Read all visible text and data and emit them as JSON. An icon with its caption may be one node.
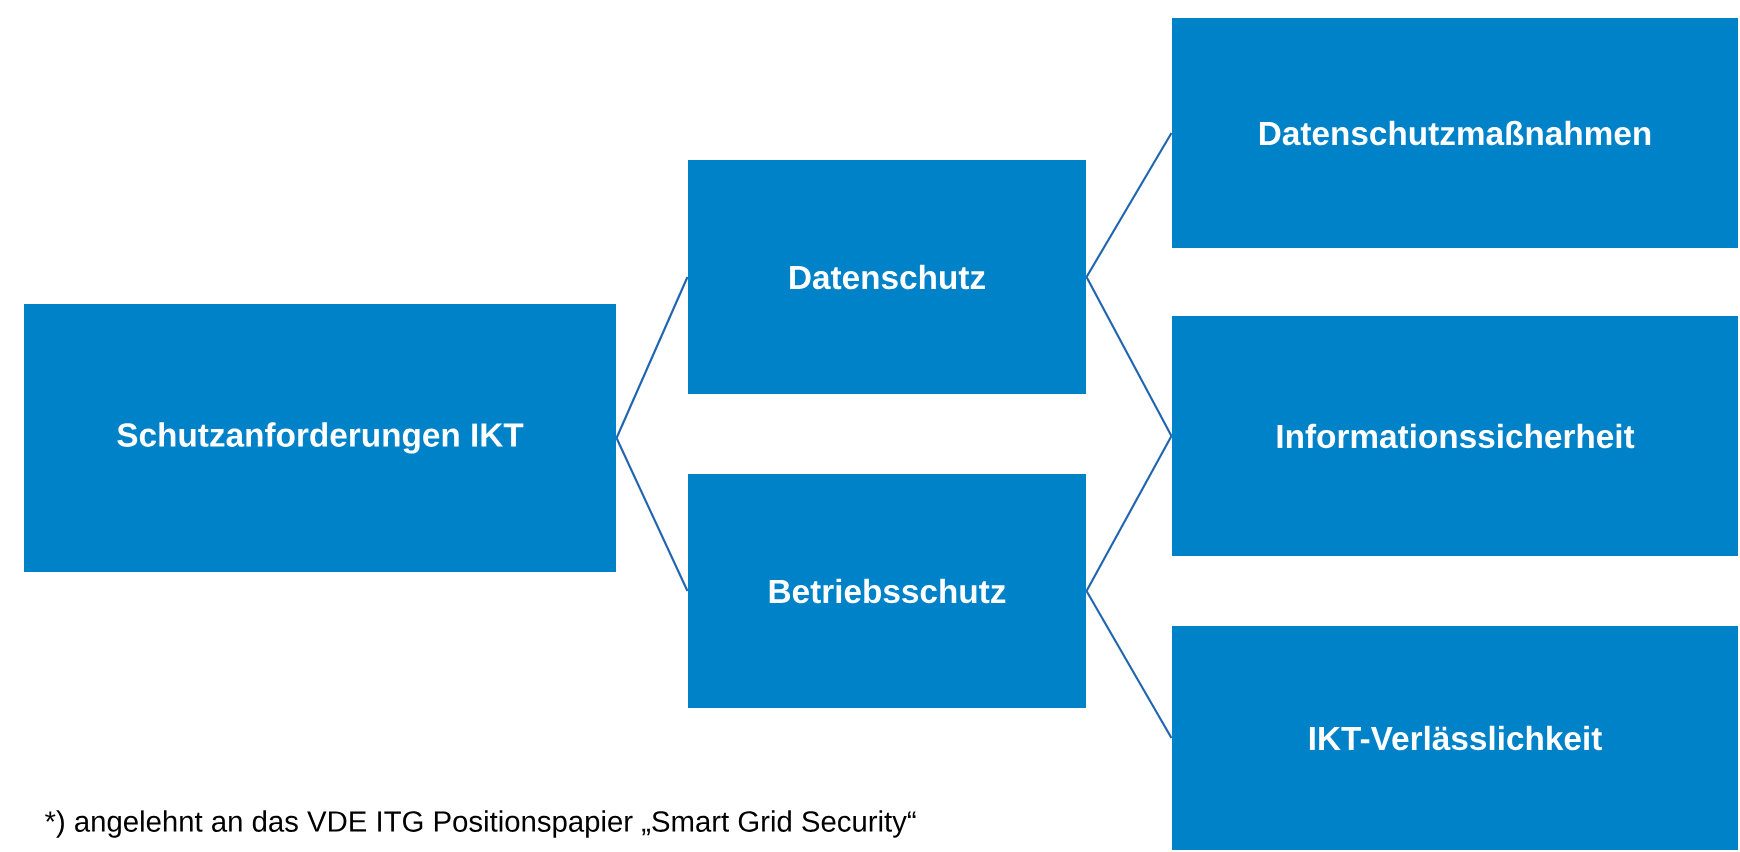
{
  "diagram": {
    "nodes": [
      {
        "text": [
          "Schutzanforderungen IKT"
        ]
      },
      {
        "text": [
          "Datenschutz"
        ]
      },
      {
        "text": [
          "Betriebsschutz"
        ]
      },
      {
        "text": [
          "Datenschutzmaßnahmen"
        ]
      },
      {
        "text": [
          "Informationssicherheit"
        ]
      },
      {
        "text": [
          "IKT-Verlässlichkeit"
        ]
      }
    ],
    "edges": [
      {
        "from": 0,
        "to": 1,
        "arrow": "none"
      },
      {
        "from": 0,
        "to": 2,
        "arrow": "none"
      },
      {
        "from": 1,
        "to": 3,
        "arrow": "none"
      },
      {
        "from": 1,
        "to": 4,
        "arrow": "none"
      },
      {
        "from": 2,
        "to": 4,
        "arrow": "none"
      },
      {
        "from": 2,
        "to": 5,
        "arrow": "none"
      }
    ],
    "labels": [
      "*) angelehnt an das VDE ITG Positionspapier „Smart Grid Security“"
    ]
  }
}
